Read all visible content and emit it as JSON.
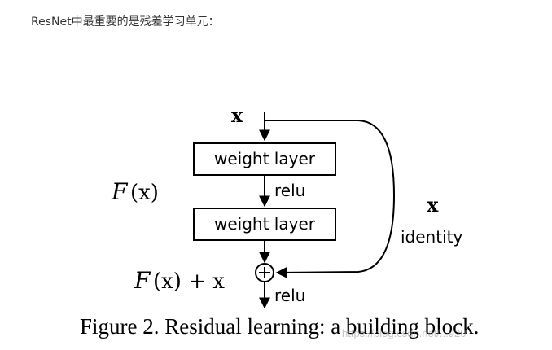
{
  "intro_text": "ResNet中最重要的是残差学习单元：",
  "figure": {
    "input_x": "x",
    "layer1_label": "weight layer",
    "layer2_label": "weight layer",
    "relu_middle": "relu",
    "relu_bottom": "relu",
    "fx_label_script": "F",
    "fx_label_rest": "(x)",
    "fx_plus_x_script": "F",
    "fx_plus_x_rest": "(x) + x",
    "identity_x": "x",
    "identity_label": "identity",
    "plus_symbol": "+"
  },
  "caption": "Figure 2. Residual learning: a building block.",
  "watermark": "https://blog.csdn.net/...920"
}
